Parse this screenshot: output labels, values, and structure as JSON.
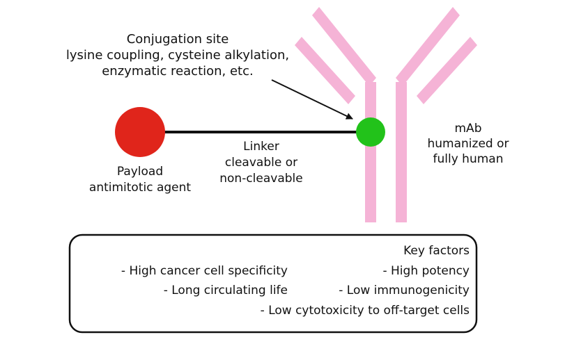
{
  "colors": {
    "antibody": "#f5b3d6",
    "payload": "#e0251b",
    "conjugation_site": "#22c21a",
    "line": "#111111",
    "box_border": "#111111"
  },
  "labels": {
    "conjugation": [
      "Conjugation site",
      "lysine coupling, cysteine alkylation,",
      "enzymatic reaction, etc."
    ],
    "mab": [
      "mAb",
      "humanized or",
      "fully human"
    ],
    "payload": [
      "Payload",
      "antimitotic agent"
    ],
    "linker": [
      "Linker",
      "cleavable or",
      "non-cleavable"
    ]
  },
  "key_factors": {
    "title": "Key factors",
    "left": [
      "- High potency",
      "- Low immunogenicity"
    ],
    "right": [
      "- High cancer cell specificity",
      "- Long circulating life"
    ],
    "full": "- Low cytotoxicity to off-target cells"
  }
}
